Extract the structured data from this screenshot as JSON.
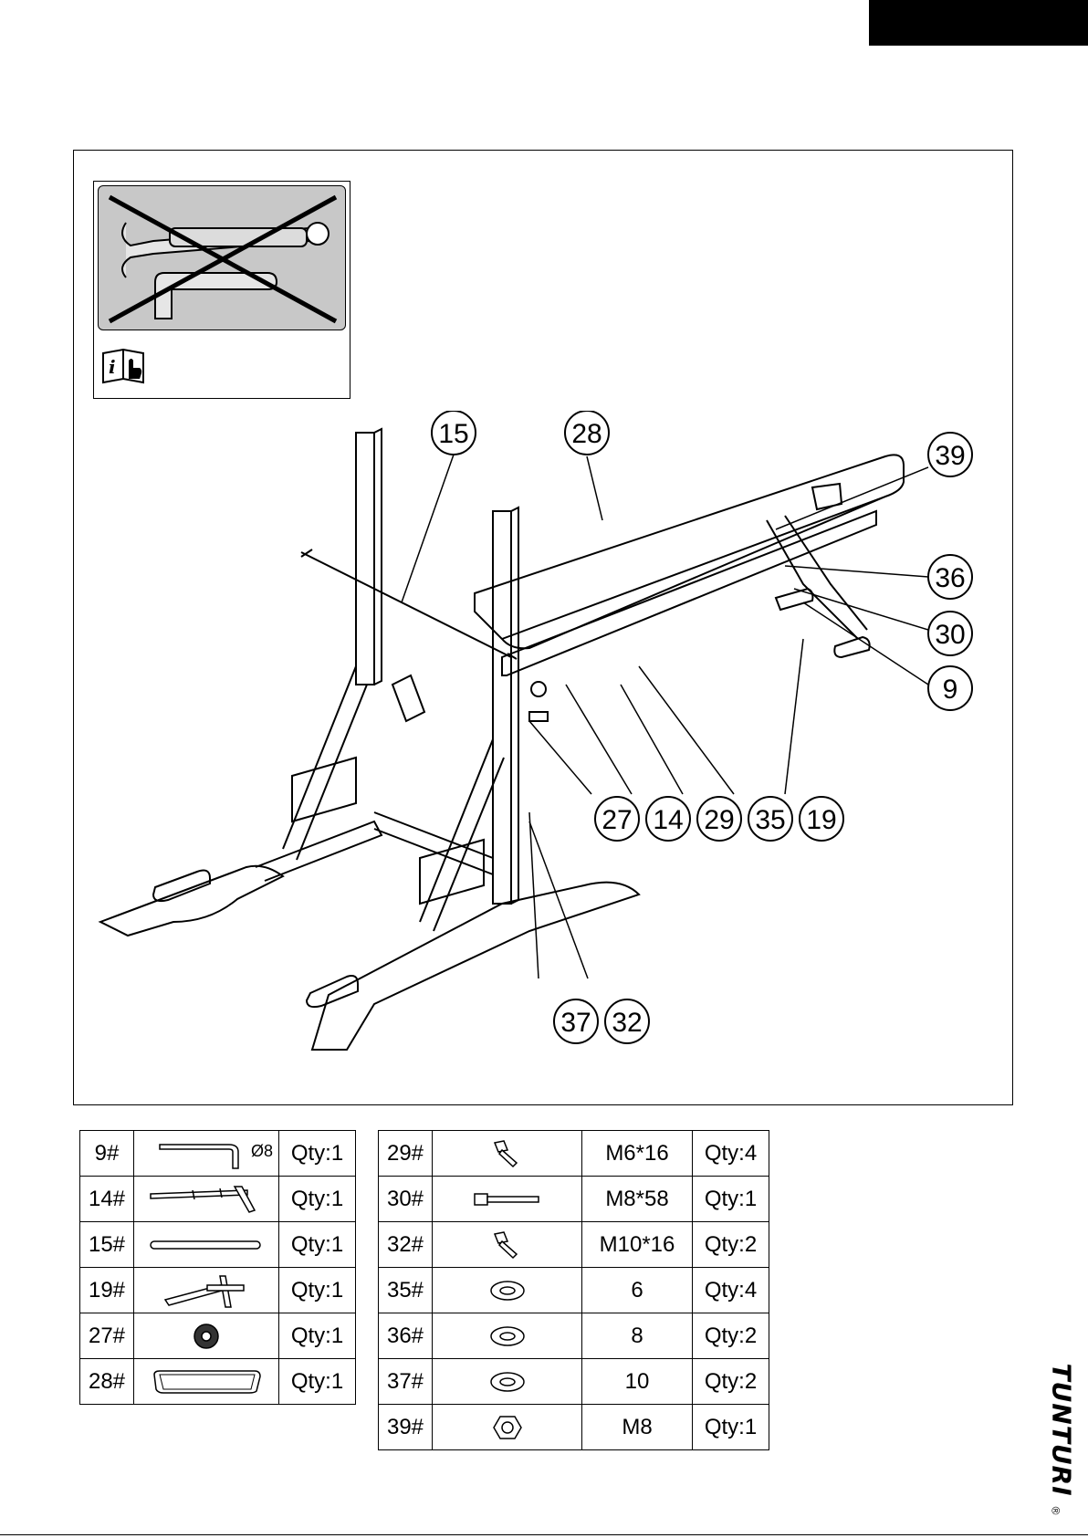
{
  "brand": {
    "name": "TUNTURI",
    "registered": "®"
  },
  "callouts": [
    "15",
    "28",
    "39",
    "36",
    "30",
    "9",
    "27",
    "14",
    "29",
    "35",
    "19",
    "37",
    "32"
  ],
  "parts_left": [
    {
      "num": "9#",
      "size": "Ø8",
      "qty": "Qty:1",
      "icon": "allen-key-icon"
    },
    {
      "num": "14#",
      "qty": "Qty:1",
      "icon": "bench-frame-icon"
    },
    {
      "num": "15#",
      "qty": "Qty:1",
      "icon": "bar-icon"
    },
    {
      "num": "19#",
      "qty": "Qty:1",
      "icon": "leg-holder-icon"
    },
    {
      "num": "27#",
      "qty": "Qty:1",
      "icon": "knob-icon"
    },
    {
      "num": "28#",
      "qty": "Qty:1",
      "icon": "seat-pad-icon"
    }
  ],
  "parts_right": [
    {
      "num": "29#",
      "spec": "M6*16",
      "qty": "Qty:4",
      "icon": "bolt-icon"
    },
    {
      "num": "30#",
      "spec": "M8*58",
      "qty": "Qty:1",
      "icon": "long-bolt-icon"
    },
    {
      "num": "32#",
      "spec": "M10*16",
      "qty": "Qty:2",
      "icon": "bolt-icon"
    },
    {
      "num": "35#",
      "spec": "6",
      "qty": "Qty:4",
      "icon": "washer-icon"
    },
    {
      "num": "36#",
      "spec": "8",
      "qty": "Qty:2",
      "icon": "washer-icon"
    },
    {
      "num": "37#",
      "spec": "10",
      "qty": "Qty:2",
      "icon": "washer-icon"
    },
    {
      "num": "39#",
      "spec": "M8",
      "qty": "Qty:1",
      "icon": "nut-icon"
    }
  ]
}
